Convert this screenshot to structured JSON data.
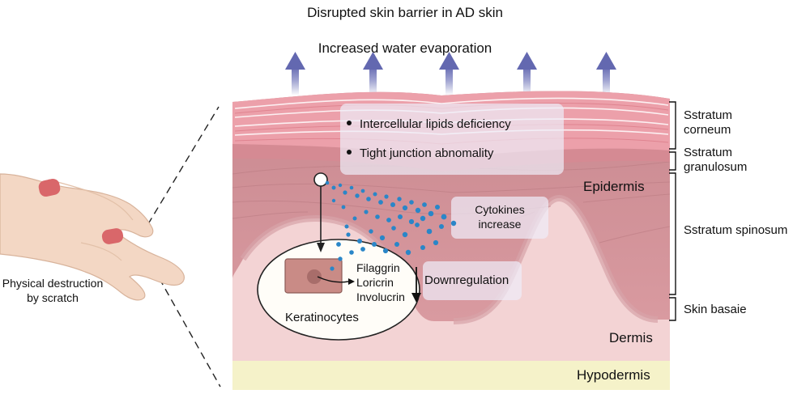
{
  "title": "Disrupted skin barrier in AD skin",
  "evaporation_label": "Increased water evaporation",
  "deficiencies": [
    "Intercellular lipids deficiency",
    "Tight junction abnomality"
  ],
  "cytokines_label": [
    "Cytokines",
    "increase"
  ],
  "downregulation_label": "Downregulation",
  "proteins": [
    "Filaggrin",
    "Loricrin",
    "Involucrin"
  ],
  "cell_label": "Keratinocytes",
  "hand_caption": [
    "Physical destruction",
    "by scratch"
  ],
  "regions": {
    "epidermis": "Epidermis",
    "dermis": "Dermis",
    "hypodermis": "Hypodermis"
  },
  "layers": [
    [
      "Sstratum",
      "corneum"
    ],
    [
      "Sstratum",
      "granulosum"
    ],
    [
      "Sstratum spinosum"
    ],
    [
      "Skin basaie"
    ]
  ],
  "colors": {
    "arrow": "#6f74b6",
    "corneum": "#e9929e",
    "epidermis": "#cf8e95",
    "dermis": "#f3d3d4",
    "hypodermis": "#f5f2c9",
    "cytokine": "#2a86c8",
    "cell_nucleus": "#b77a78"
  }
}
